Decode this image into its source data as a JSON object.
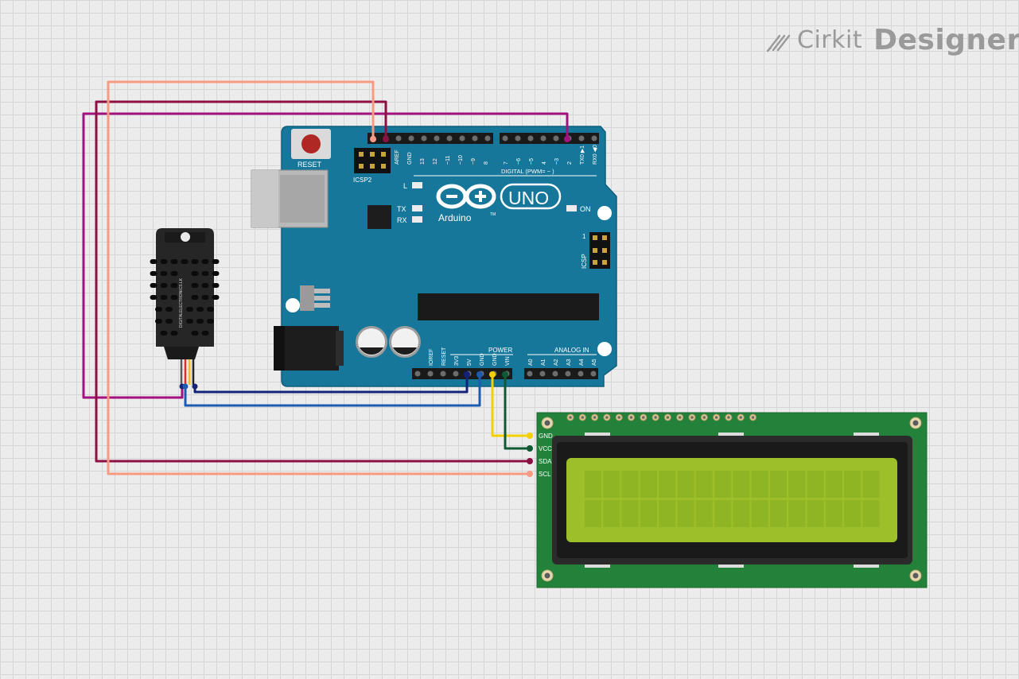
{
  "brand": {
    "name": "Cirkit",
    "suffix": "Designer",
    "logo_icon": "circuit-pen-icon"
  },
  "arduino": {
    "reset_label": "RESET",
    "icsp2_label": "ICSP2",
    "icsp_label": "ICSP",
    "icsp_pin1": "1",
    "logo_text": "Arduino",
    "model_text": "UNO",
    "trademark": "TM",
    "led_l": "L",
    "led_tx": "TX",
    "led_rx": "RX",
    "led_on": "ON",
    "digital_header": "DIGITAL (PWM= ~ )",
    "power_header": "POWER",
    "analog_header": "ANALOG IN",
    "top_pins": [
      "AREF",
      "GND",
      "13",
      "12",
      "~11",
      "~10",
      "~9",
      "8"
    ],
    "top_pins_right": [
      "7",
      "~6",
      "~5",
      "4",
      "~3",
      "2",
      "TX0 ▶1",
      "RX0 ◀0"
    ],
    "power_pins": [
      "IOREF",
      "RESET",
      "3V3",
      "5V",
      "GND",
      "GND",
      "VIN"
    ],
    "analog_pins": [
      "A0",
      "A1",
      "A2",
      "A3",
      "A4",
      "A5"
    ]
  },
  "sensor": {
    "label": "DIGITALELECTRONICS.LK"
  },
  "lcd": {
    "pins": [
      "GND",
      "VCC",
      "SDA",
      "SCL"
    ]
  },
  "colors": {
    "board": "#16779a",
    "salmon_wire": "#f79a82",
    "maroon_wire": "#8c1142",
    "purple_wire": "#a3127f",
    "navy_wire": "#14237a",
    "blue_wire": "#1e5bb0",
    "yellow_wire": "#f5d000",
    "green_wire": "#0f5a35"
  }
}
